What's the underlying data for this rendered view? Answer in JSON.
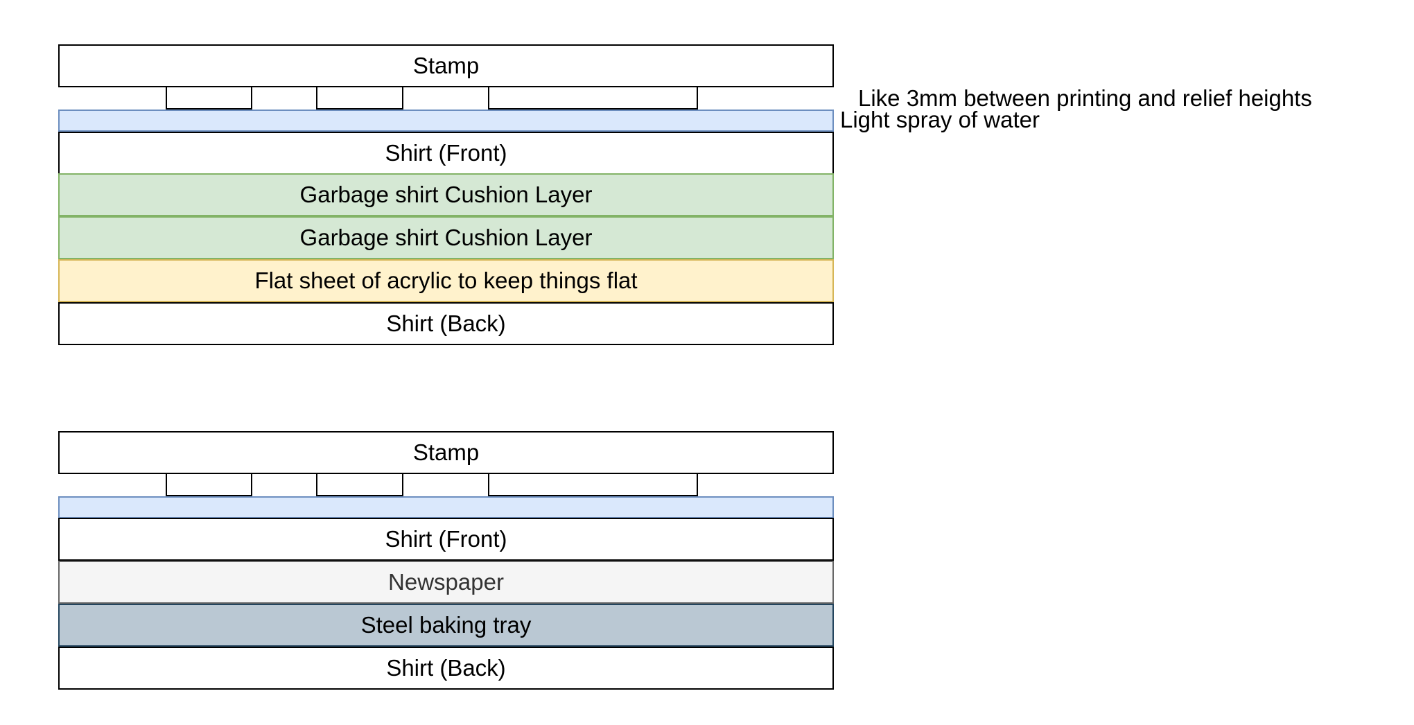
{
  "diagram_top": {
    "stamp_label": "Stamp",
    "shirt_front_label": "Shirt (Front)",
    "cushion_1_label": "Garbage shirt Cushion Layer",
    "cushion_2_label": "Garbage shirt Cushion Layer",
    "acrylic_label": "Flat sheet of acrylic to keep things flat",
    "shirt_back_label": "Shirt (Back)",
    "relief_note": "Like 3mm between printing and relief heights",
    "water_note": "Light spray of water"
  },
  "diagram_bottom": {
    "stamp_label": "Stamp",
    "shirt_front_label": "Shirt (Front)",
    "newspaper_label": "Newspaper",
    "tray_label": "Steel baking tray",
    "shirt_back_label": "Shirt (Back)"
  },
  "colors": {
    "water_fill": "#dae8fc",
    "water_stroke": "#6c8ebf",
    "cushion_fill": "#d5e8d4",
    "cushion_stroke": "#82b366",
    "acrylic_fill": "#fff2cc",
    "acrylic_stroke": "#d6b656",
    "newspaper_fill": "#f5f5f5",
    "newspaper_stroke": "#666666",
    "tray_fill": "#bac8d3",
    "tray_stroke": "#23445d"
  }
}
